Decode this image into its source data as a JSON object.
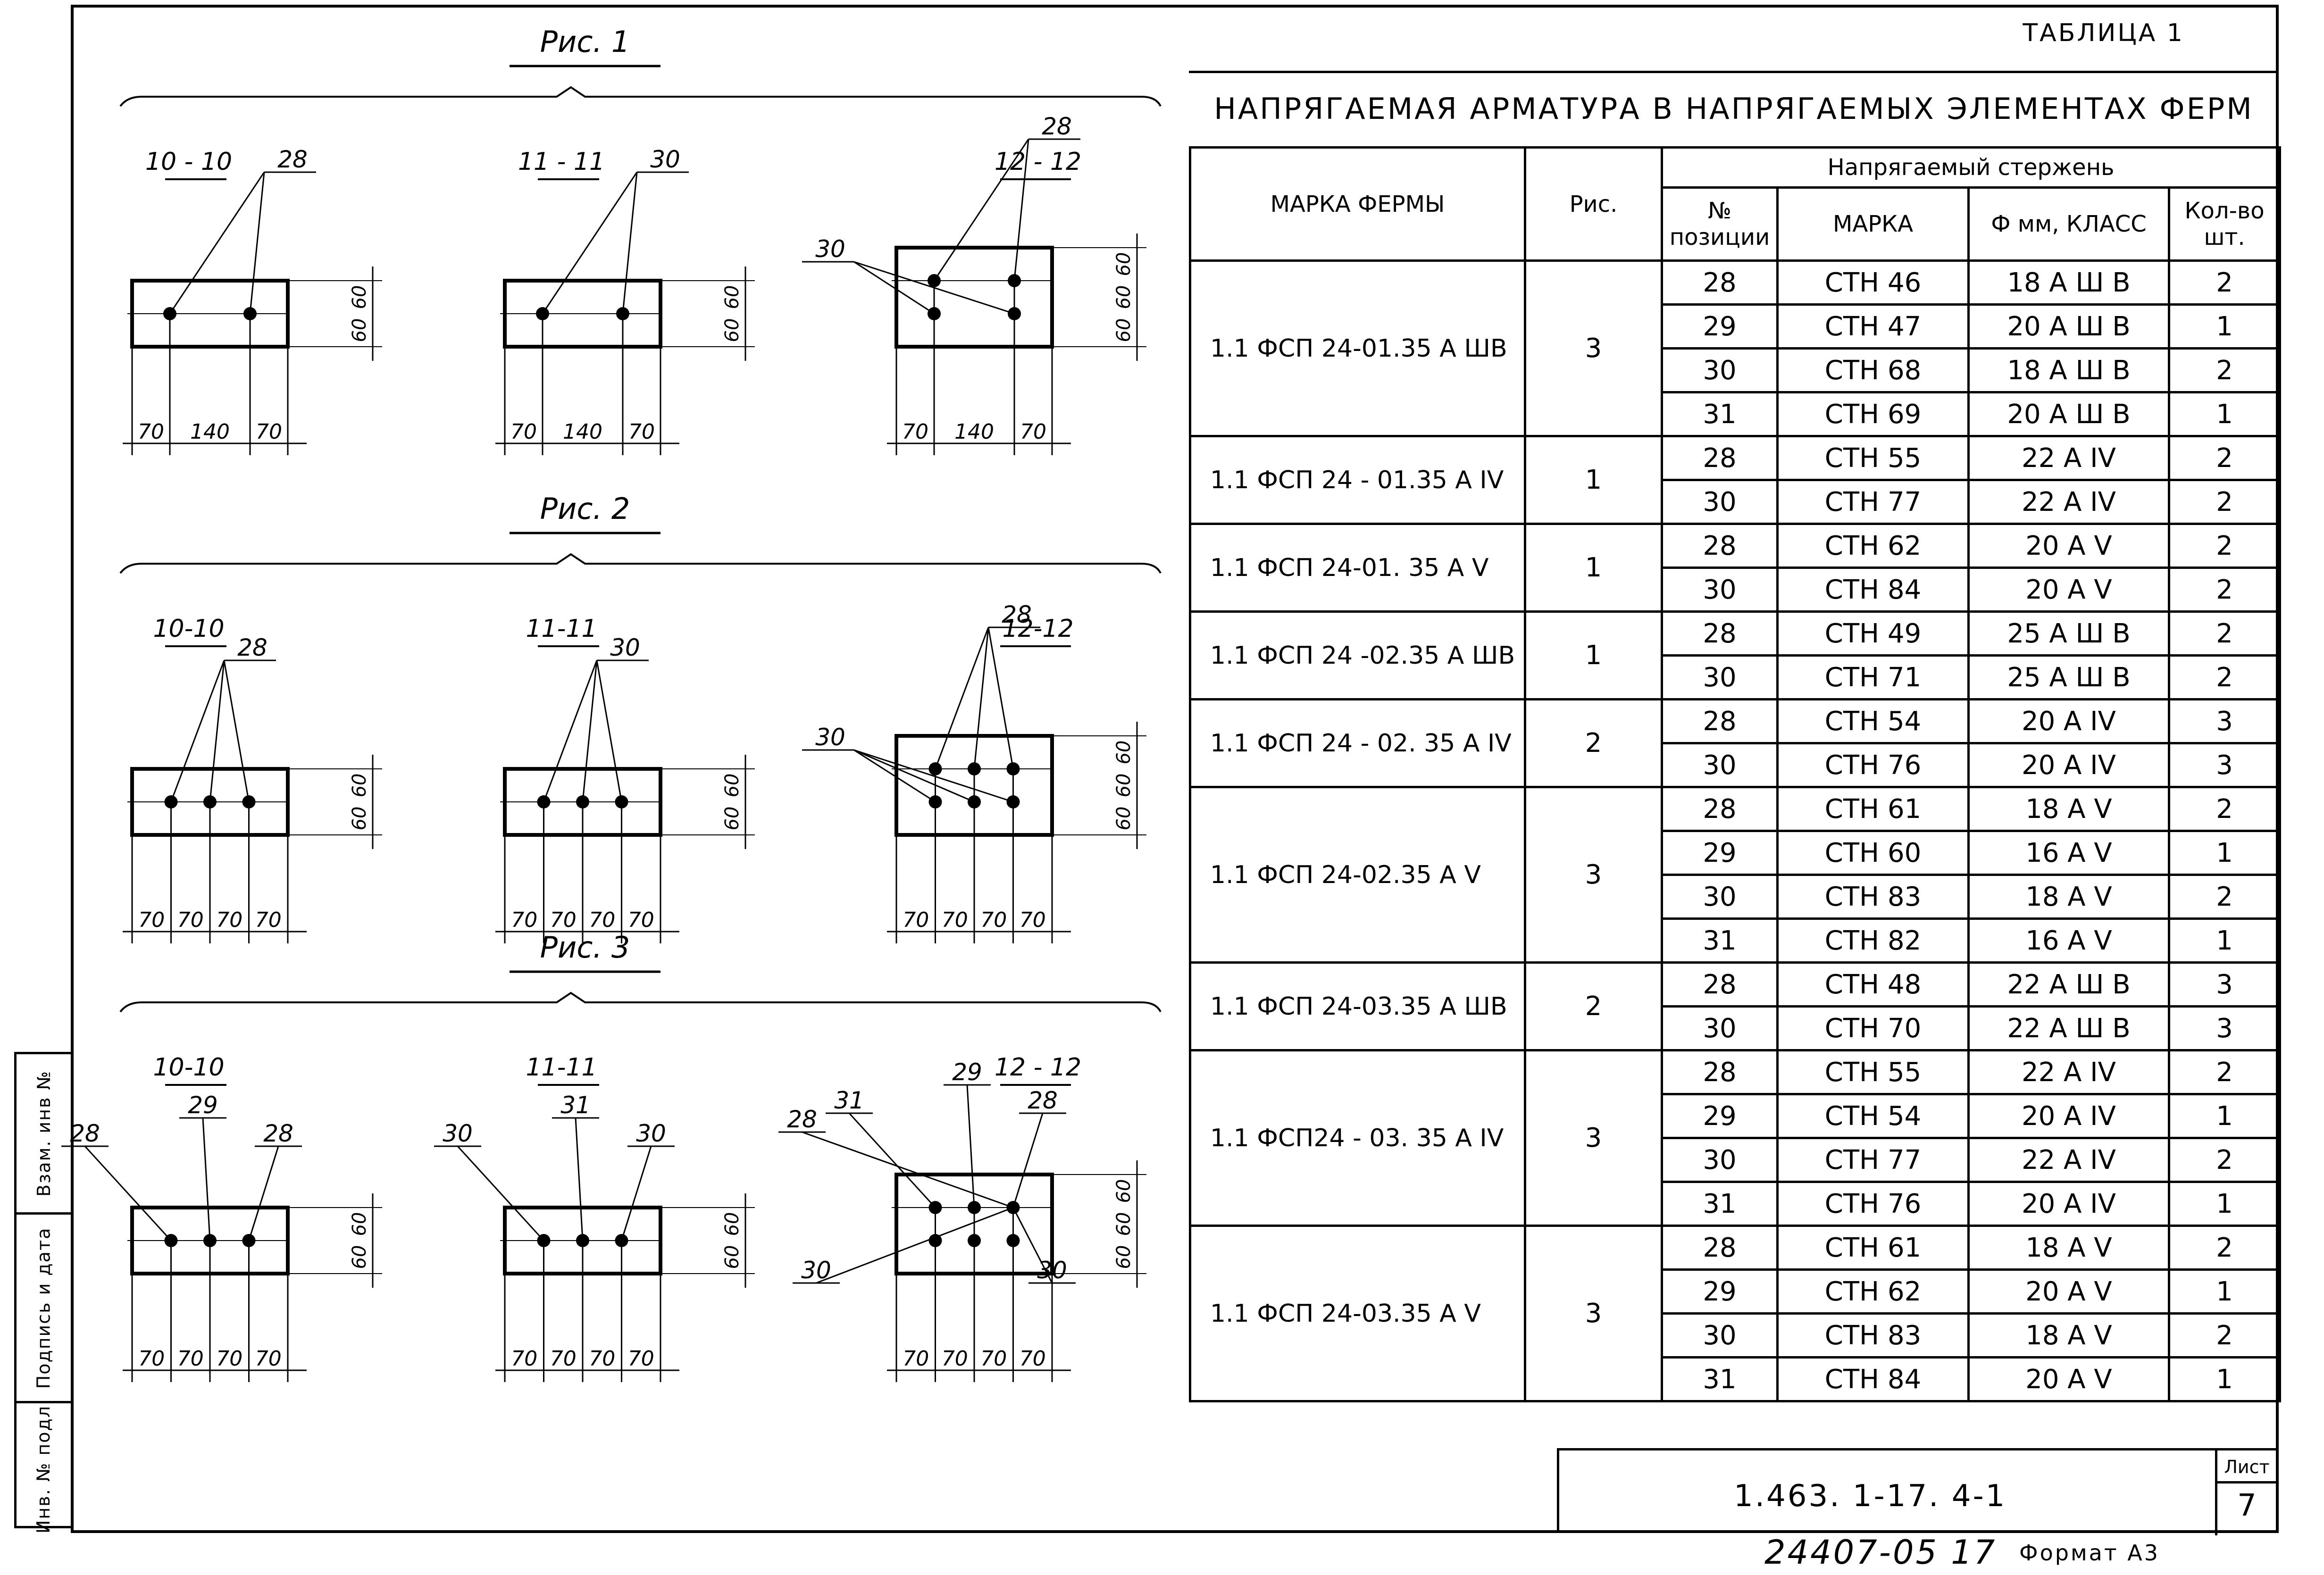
{
  "figures": [
    {
      "title": "Рис. 1",
      "sections": [
        {
          "label": "10 - 10",
          "callouts": [
            "28"
          ],
          "dims": [
            "70",
            "140",
            "70"
          ],
          "vdims": [
            "60",
            "60"
          ]
        },
        {
          "label": "11 - 11",
          "callouts": [
            "30"
          ],
          "dims": [
            "70",
            "140",
            "70"
          ],
          "vdims": [
            "60",
            "60"
          ]
        },
        {
          "label": "12 - 12",
          "callouts": [
            "28",
            "30"
          ],
          "dims": [
            "70",
            "140",
            "70"
          ],
          "vdims": [
            "60",
            "60",
            "60"
          ]
        }
      ]
    },
    {
      "title": "Рис. 2",
      "sections": [
        {
          "label": "10-10",
          "callouts": [
            "28"
          ],
          "dims": [
            "70",
            "70",
            "70",
            "70"
          ],
          "vdims": [
            "60",
            "60"
          ]
        },
        {
          "label": "11-11",
          "callouts": [
            "30"
          ],
          "dims": [
            "70",
            "70",
            "70",
            "70"
          ],
          "vdims": [
            "60",
            "60"
          ]
        },
        {
          "label": "12-12",
          "callouts": [
            "28",
            "30"
          ],
          "dims": [
            "70",
            "70",
            "70",
            "70"
          ],
          "vdims": [
            "60",
            "60",
            "60"
          ]
        }
      ]
    },
    {
      "title": "Рис. 3",
      "sections": [
        {
          "label": "10-10",
          "callouts": [
            "28",
            "29",
            "28"
          ],
          "dims": [
            "70",
            "70",
            "70",
            "70"
          ],
          "vdims": [
            "60",
            "60"
          ]
        },
        {
          "label": "11-11",
          "callouts": [
            "30",
            "31",
            "30"
          ],
          "dims": [
            "70",
            "70",
            "70",
            "70"
          ],
          "vdims": [
            "60",
            "60"
          ]
        },
        {
          "label": "12 - 12",
          "callouts": [
            "31",
            "29",
            "28",
            "28",
            "30",
            "30"
          ],
          "dims": [
            "70",
            "70",
            "70",
            "70"
          ],
          "vdims": [
            "60",
            "60",
            "60"
          ]
        }
      ]
    }
  ],
  "table": {
    "caption": "ТАБЛИЦА 1",
    "heading": "НАПРЯГАЕМАЯ АРМАТУРА В НАПРЯГАЕМЫХ ЭЛЕМЕНТАХ ФЕРМ",
    "col_mark": "МАРКА ФЕРМЫ",
    "col_fig": "Рис.",
    "col_group": "Напрягаемый стержень",
    "col_pos": "№ позиции",
    "col_brand": "МАРКА",
    "col_diam": "Ф мм, КЛАСС",
    "col_qty": "Кол-во шт.",
    "groups": [
      {
        "mark": "1.1 ФСП 24-01.35 А ШВ",
        "fig": "3",
        "rows": [
          {
            "pos": "28",
            "brand": "СТН 46",
            "diam": "18 А Ш В",
            "qty": "2"
          },
          {
            "pos": "29",
            "brand": "СТН 47",
            "diam": "20 А Ш В",
            "qty": "1"
          },
          {
            "pos": "30",
            "brand": "СТН 68",
            "diam": "18 А Ш В",
            "qty": "2"
          },
          {
            "pos": "31",
            "brand": "СТН 69",
            "diam": "20 А Ш В",
            "qty": "1"
          }
        ]
      },
      {
        "mark": "1.1 ФСП 24 - 01.35 А IV",
        "fig": "1",
        "rows": [
          {
            "pos": "28",
            "brand": "СТН 55",
            "diam": "22 А IV",
            "qty": "2"
          },
          {
            "pos": "30",
            "brand": "СТН 77",
            "diam": "22 А IV",
            "qty": "2"
          }
        ]
      },
      {
        "mark": "1.1 ФСП 24-01. 35 А V",
        "fig": "1",
        "rows": [
          {
            "pos": "28",
            "brand": "СТН 62",
            "diam": "20 А V",
            "qty": "2"
          },
          {
            "pos": "30",
            "brand": "СТН 84",
            "diam": "20 А V",
            "qty": "2"
          }
        ]
      },
      {
        "mark": "1.1 ФСП 24 -02.35 А ШВ",
        "fig": "1",
        "rows": [
          {
            "pos": "28",
            "brand": "СТН 49",
            "diam": "25 А Ш В",
            "qty": "2"
          },
          {
            "pos": "30",
            "brand": "СТН 71",
            "diam": "25 А Ш В",
            "qty": "2"
          }
        ]
      },
      {
        "mark": "1.1 ФСП 24 - 02. 35 А IV",
        "fig": "2",
        "rows": [
          {
            "pos": "28",
            "brand": "СТН 54",
            "diam": "20 А IV",
            "qty": "3"
          },
          {
            "pos": "30",
            "brand": "СТН 76",
            "diam": "20 А IV",
            "qty": "3"
          }
        ]
      },
      {
        "mark": "1.1 ФСП 24-02.35 А V",
        "fig": "3",
        "rows": [
          {
            "pos": "28",
            "brand": "СТН 61",
            "diam": "18 А V",
            "qty": "2"
          },
          {
            "pos": "29",
            "brand": "СТН 60",
            "diam": "16 А V",
            "qty": "1"
          },
          {
            "pos": "30",
            "brand": "СТН 83",
            "diam": "18 А V",
            "qty": "2"
          },
          {
            "pos": "31",
            "brand": "СТН 82",
            "diam": "16 А V",
            "qty": "1"
          }
        ]
      },
      {
        "mark": "1.1 ФСП 24-03.35 А ШВ",
        "fig": "2",
        "rows": [
          {
            "pos": "28",
            "brand": "СТН 48",
            "diam": "22 А Ш В",
            "qty": "3"
          },
          {
            "pos": "30",
            "brand": "СТН 70",
            "diam": "22 А Ш В",
            "qty": "3"
          }
        ]
      },
      {
        "mark": "1.1 ФСП24 - 03. 35 А IV",
        "fig": "3",
        "rows": [
          {
            "pos": "28",
            "brand": "СТН 55",
            "diam": "22 А IV",
            "qty": "2"
          },
          {
            "pos": "29",
            "brand": "СТН 54",
            "diam": "20 А IV",
            "qty": "1"
          },
          {
            "pos": "30",
            "brand": "СТН 77",
            "diam": "22 А IV",
            "qty": "2"
          },
          {
            "pos": "31",
            "brand": "СТН 76",
            "diam": "20 А IV",
            "qty": "1"
          }
        ]
      },
      {
        "mark": "1.1 ФСП 24-03.35 А V",
        "fig": "3",
        "rows": [
          {
            "pos": "28",
            "brand": "СТН 61",
            "diam": "18 А V",
            "qty": "2"
          },
          {
            "pos": "29",
            "brand": "СТН 62",
            "diam": "20 А V",
            "qty": "1"
          },
          {
            "pos": "30",
            "brand": "СТН 83",
            "diam": "18 А V",
            "qty": "2"
          },
          {
            "pos": "31",
            "brand": "СТН 84",
            "diam": "20 А V",
            "qty": "1"
          }
        ]
      }
    ]
  },
  "sidebar": {
    "cell1": "Взам. инв №",
    "cell2": "Подпись и дата",
    "cell3": "Инв. № подл."
  },
  "stamp": {
    "code": "1.463. 1-17. 4-1",
    "sheet_label": "Лист",
    "sheet_num": "7"
  },
  "footer": {
    "number": "24407-05  17",
    "format": "Формат А3"
  }
}
